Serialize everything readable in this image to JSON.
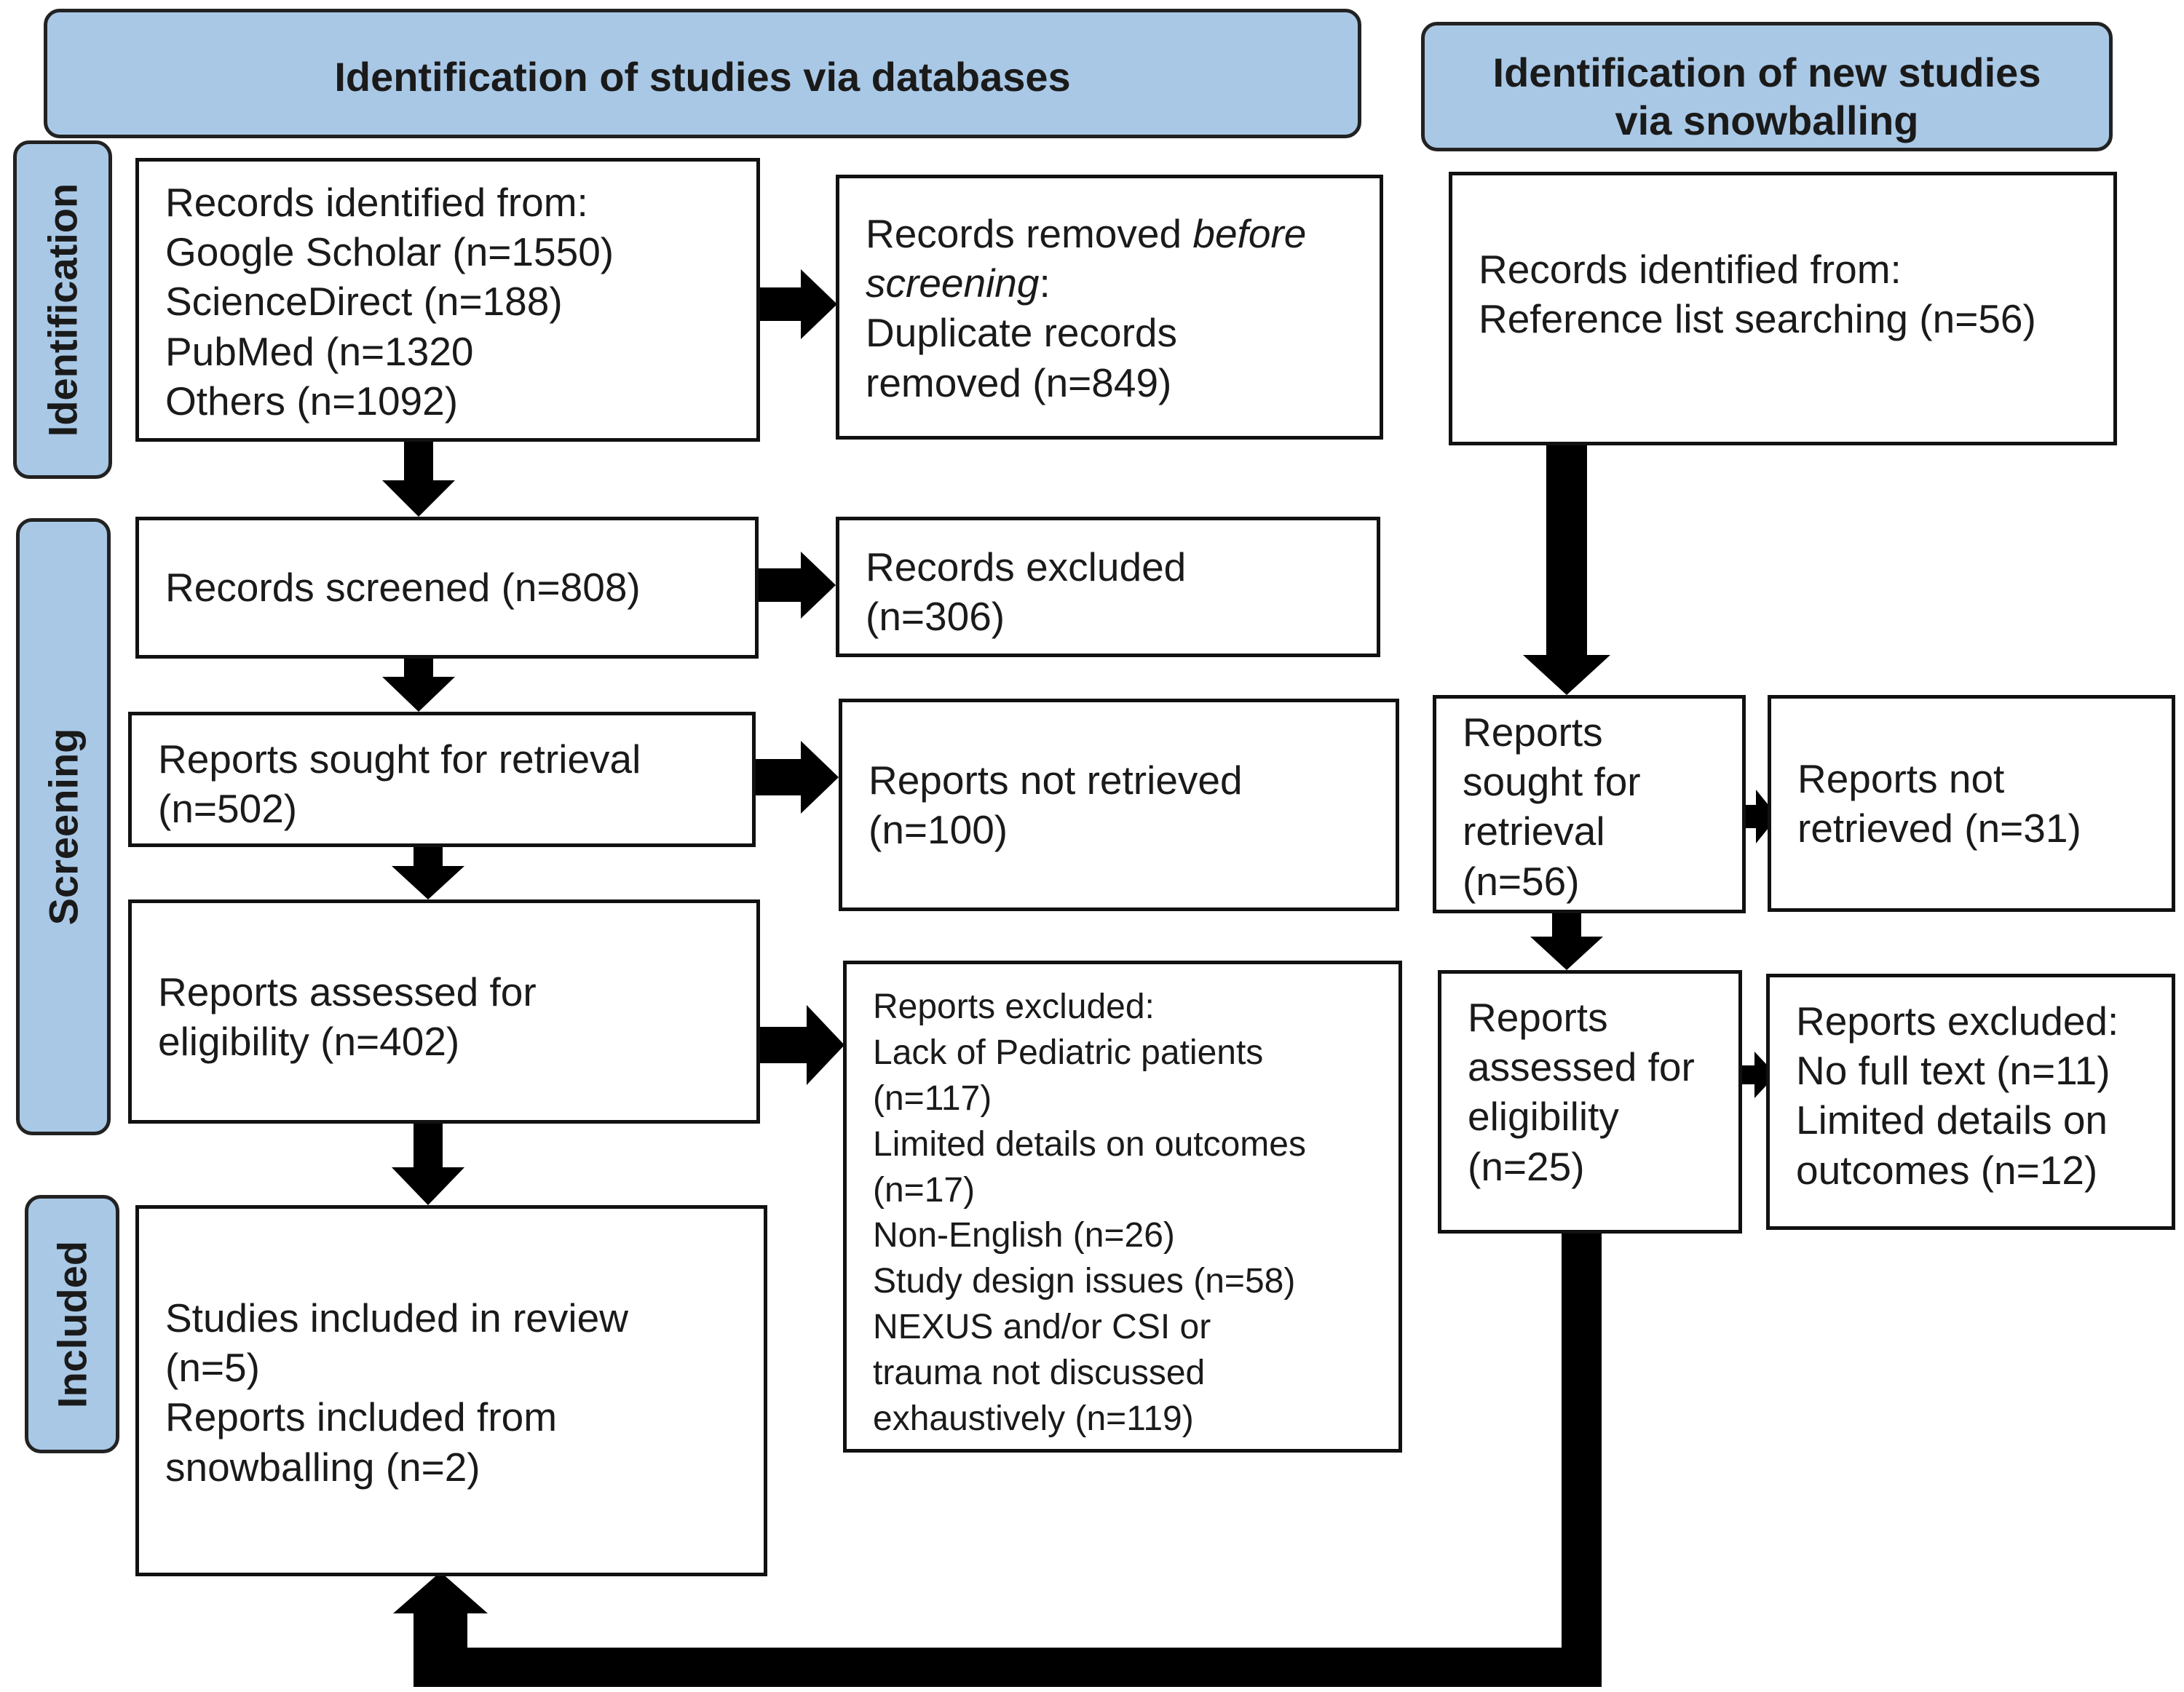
{
  "headers": {
    "databases": "Identification of studies via databases",
    "snowballing_line1": "Identification of new studies",
    "snowballing_line2": "via snowballing"
  },
  "phases": {
    "identification": "Identification",
    "screening": "Screening",
    "included": "Included"
  },
  "records_identified": {
    "heading": "Records identified from:",
    "sources": [
      "Google Scholar (n=1550)",
      "ScienceDirect (n=188)",
      "PubMed (n=1320",
      "Others (n=1092)"
    ]
  },
  "records_removed": {
    "prefix": "Records removed ",
    "italic_1": "before",
    "italic_2": "screening",
    "suffix": ":",
    "line_3": "Duplicate records",
    "line_4": "removed (n=849)"
  },
  "records_screened": "Records screened (n=808)",
  "records_excluded": {
    "line_1": "Records excluded",
    "line_2": "(n=306)"
  },
  "reports_sought": {
    "line_1": "Reports sought for retrieval",
    "line_2": "(n=502)"
  },
  "reports_not_retrieved": {
    "line_1": "Reports not retrieved",
    "line_2": "(n=100)"
  },
  "reports_assessed": {
    "line_1": "Reports assessed for",
    "line_2": "eligibility (n=402)"
  },
  "reports_excluded": {
    "lines": [
      "Reports excluded:",
      "Lack of Pediatric patients",
      "(n=117)",
      "Limited details on outcomes",
      "(n=17)",
      "Non-English (n=26)",
      "Study design issues (n=58)",
      "NEXUS and/or CSI or",
      "trauma not discussed",
      "exhaustively (n=119)"
    ]
  },
  "included": {
    "lines": [
      "Studies included in review",
      "(n=5)",
      "Reports included from",
      "snowballing (n=2)"
    ]
  },
  "snow_identified": {
    "line_1": "Records identified from:",
    "line_2": "Reference list searching (n=56)"
  },
  "snow_sought": {
    "lines": [
      "Reports",
      "sought for",
      "retrieval",
      "(n=56)"
    ]
  },
  "snow_not_retrieved": {
    "line_1": "Reports not",
    "line_2": "retrieved (n=31)"
  },
  "snow_assessed": {
    "lines": [
      "Reports",
      "assessed for",
      "eligibility",
      "(n=25)"
    ]
  },
  "snow_excluded": {
    "lines": [
      "Reports excluded:",
      "No full text (n=11)",
      "Limited details on",
      "outcomes (n=12)"
    ]
  },
  "colors": {
    "header_fill": "#a9c8e6",
    "border": "#111111",
    "arrow": "#000000"
  }
}
